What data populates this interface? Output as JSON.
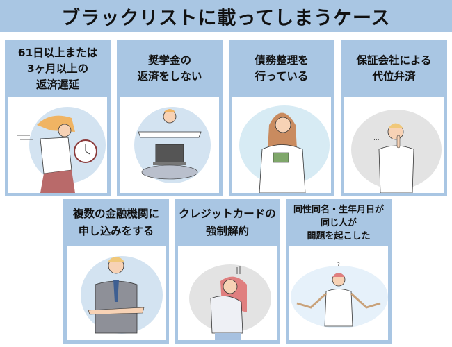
{
  "title": "ブラックリストに載ってしまうケース",
  "colors": {
    "band": "#a9c6e3",
    "text": "#111111",
    "card_bg": "#ffffff"
  },
  "cards_top": [
    {
      "label": "61日以上または\n3ヶ月以上の\n返済遅延",
      "illustration": "woman-running-with-clock"
    },
    {
      "label": "奨学金の\n返済をしない",
      "illustration": "man-pointing-at-laptop"
    },
    {
      "label": "債務整理を\n行っている",
      "illustration": "woman-holding-money"
    },
    {
      "label": "保証会社による\n代位弁済",
      "illustration": "man-shushing"
    }
  ],
  "cards_bottom": [
    {
      "label": "複数の金融機関に\n申し込みをする",
      "illustration": "businessman-crossed-arms-pointing"
    },
    {
      "label": "クレジットカードの\n強制解約",
      "illustration": "woman-distressed-head-in-hand"
    },
    {
      "label": "同性同名・生年月日が\n同じ人が\n問題を起こした",
      "illustration": "man-shrugging-confused"
    }
  ]
}
